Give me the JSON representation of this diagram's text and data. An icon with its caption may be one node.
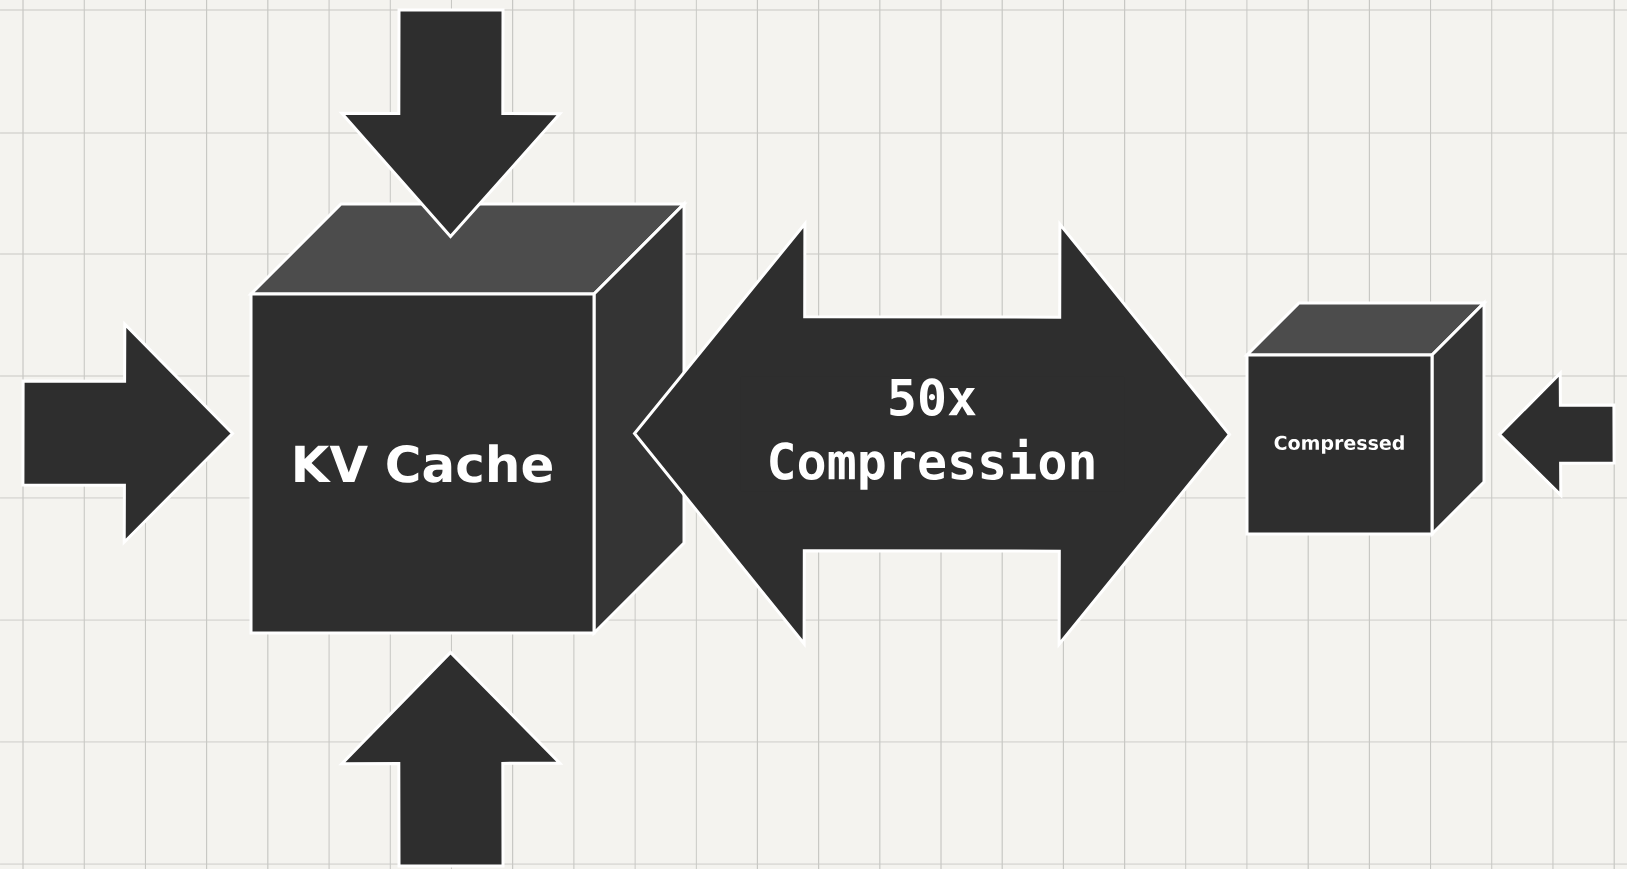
{
  "diagram": {
    "nodes": [
      {
        "text": [
          "KV Cache"
        ]
      },
      {
        "text": [
          "Compressed"
        ]
      }
    ],
    "edges": [
      {
        "from": 0,
        "to": 1,
        "arrow": "both",
        "label": "50x Compression"
      },
      {
        "from": null,
        "to": 0,
        "arrow": "to"
      },
      {
        "from": null,
        "to": 0,
        "arrow": "to"
      },
      {
        "from": null,
        "to": 0,
        "arrow": "to"
      },
      {
        "from": null,
        "to": 1,
        "arrow": "to"
      }
    ]
  }
}
